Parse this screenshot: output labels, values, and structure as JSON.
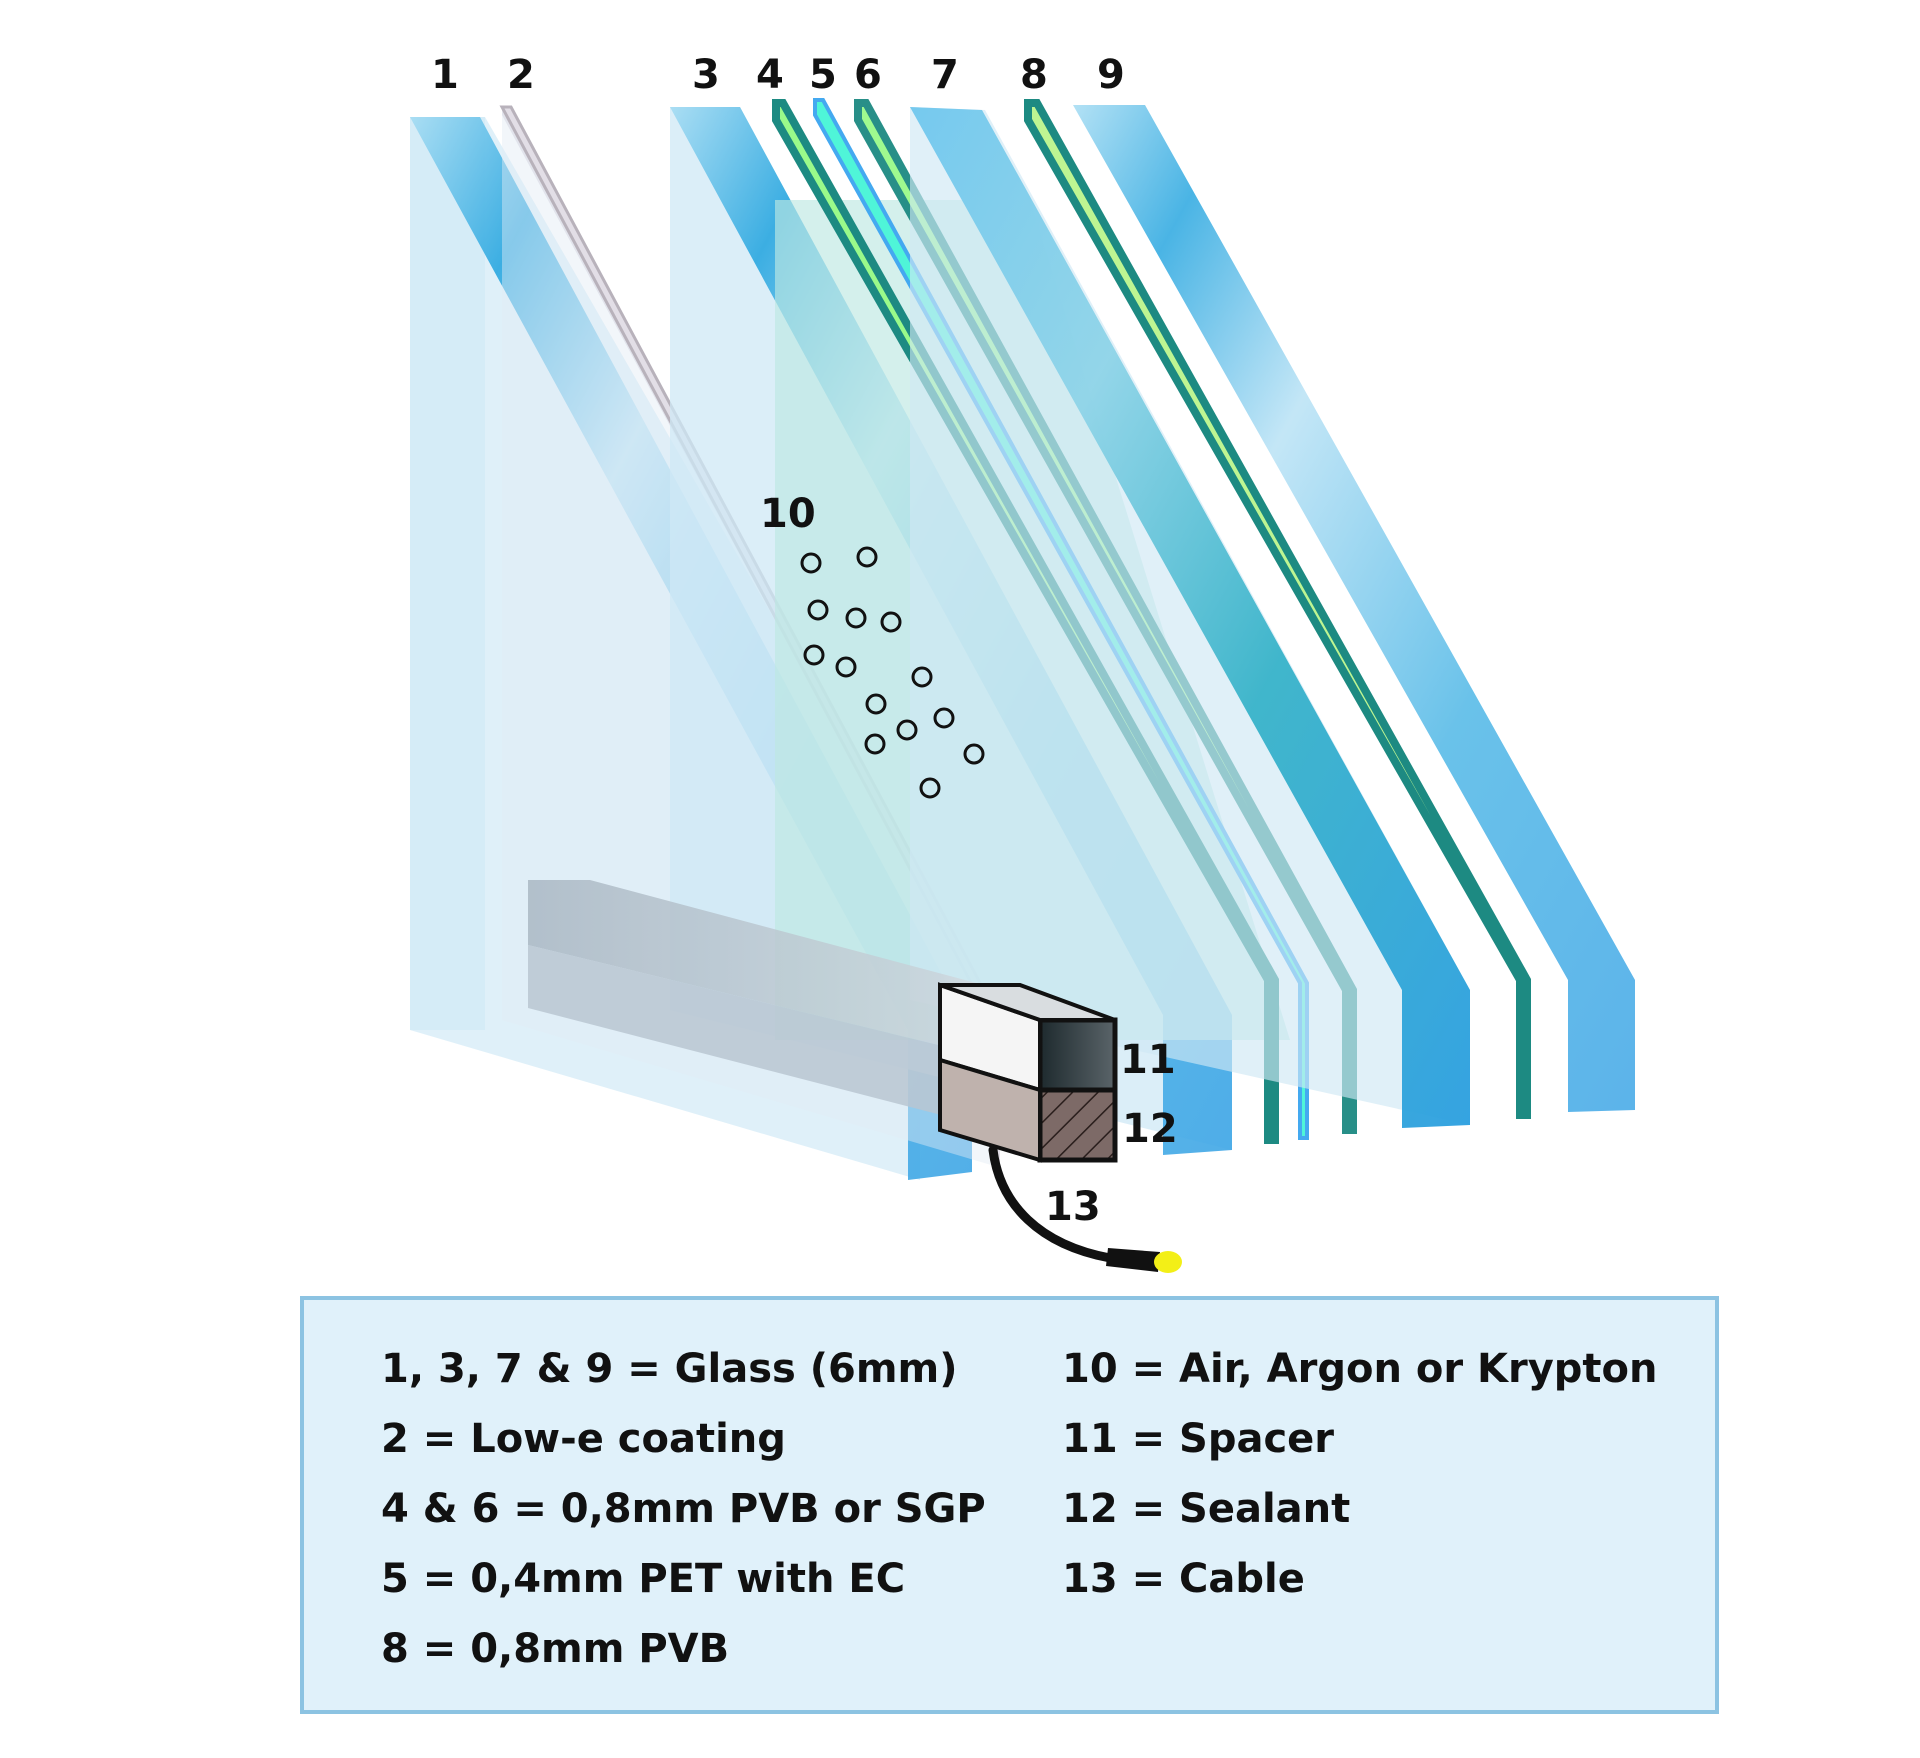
{
  "diagram": {
    "layer_numbers": [
      "1",
      "2",
      "3",
      "4",
      "5",
      "6",
      "7",
      "8",
      "9"
    ],
    "gas_label": "10",
    "spacer_label": "11",
    "sealant_label": "12",
    "cable_label": "13"
  },
  "legend": {
    "left": [
      "1, 3, 7 & 9 = Glass (6mm)",
      "2 = Low-e coating",
      "4 & 6 = 0,8mm PVB or SGP",
      "5 = 0,4mm PET with EC",
      "8 = 0,8mm PVB"
    ],
    "right": [
      "10 = Air, Argon or Krypton",
      "11 = Spacer",
      "12 = Sealant",
      "13 = Cable"
    ]
  },
  "colors": {
    "glass": "#2aa7e0",
    "glass_face": "#cfe8f5",
    "low_e": "#ddd8e2",
    "pvb_sgp": "#9afa8a",
    "pet_ec": "#4ff5d8",
    "pvb": "#bef592",
    "layer_edge": "#1d8a82",
    "legend_bg": "#e0f1fa",
    "legend_border": "#8cc3e2",
    "cable_tip": "#f3ef17"
  }
}
